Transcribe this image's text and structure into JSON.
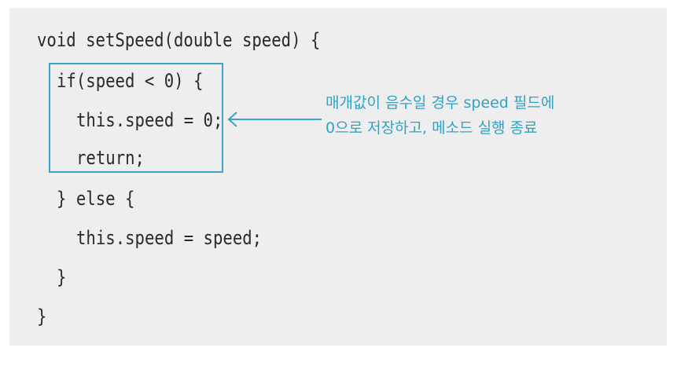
{
  "code": {
    "lines": [
      "void setSpeed(double speed) {",
      "if(speed < 0) {",
      "this.speed = 0;",
      "return;",
      "} else {",
      "this.speed = speed;",
      "}",
      "}"
    ]
  },
  "annotation": {
    "line1": "매개값이 음수일 경우 speed 필드에",
    "line2": "0으로 저장하고, 메소드 실행 종료",
    "color": "#2ea3c5"
  },
  "colors": {
    "panel_background": "#eeeeee",
    "code_text": "#2a2a2a",
    "highlight": "#3ba6c3"
  }
}
